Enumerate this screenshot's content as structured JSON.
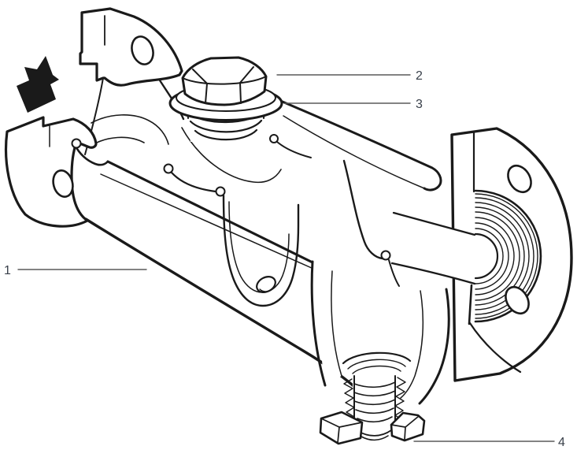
{
  "figure": {
    "callouts": [
      {
        "label": "1"
      },
      {
        "label": "2"
      },
      {
        "label": "3"
      },
      {
        "label": "4"
      }
    ],
    "colors": {
      "background": "#ffffff",
      "line": "#1a1a1a",
      "label_text": "#39404a",
      "leader_line": "#5a5a5a"
    }
  }
}
